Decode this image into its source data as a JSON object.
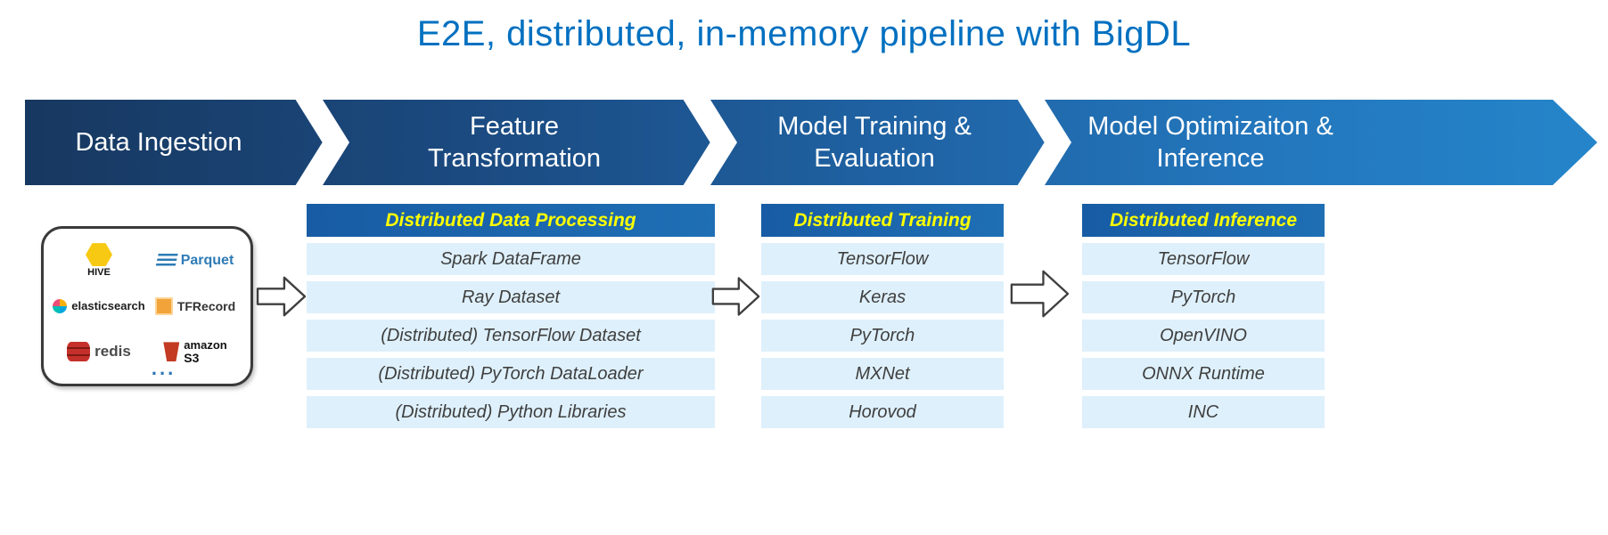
{
  "title": "E2E, distributed, in-memory pipeline with BigDL",
  "pipeline": {
    "stages": [
      {
        "label": "Data Ingestion"
      },
      {
        "label": "Feature\nTransformation"
      },
      {
        "label": "Model Training &\nEvaluation"
      },
      {
        "label": "Model Optimizaiton &\nInference"
      }
    ]
  },
  "sources": {
    "items": [
      {
        "name": "hive",
        "label": "HIVE"
      },
      {
        "name": "parquet",
        "label": "Parquet"
      },
      {
        "name": "elasticsearch",
        "label": "elasticsearch"
      },
      {
        "name": "tfrecord",
        "label": "TFRecord"
      },
      {
        "name": "redis",
        "label": "redis"
      },
      {
        "name": "amazon-s3",
        "label_top": "amazon",
        "label_bottom": "S3"
      },
      {
        "name": "more",
        "label": "..."
      }
    ]
  },
  "tables": [
    {
      "header": "Distributed Data Processing",
      "rows": [
        "Spark DataFrame",
        "Ray Dataset",
        "(Distributed) TensorFlow Dataset",
        "(Distributed) PyTorch DataLoader",
        "(Distributed) Python Libraries"
      ]
    },
    {
      "header": "Distributed Training",
      "rows": [
        "TensorFlow",
        "Keras",
        "PyTorch",
        "MXNet",
        "Horovod"
      ]
    },
    {
      "header": "Distributed Inference",
      "rows": [
        "TensorFlow",
        "PyTorch",
        "OpenVINO",
        "ONNX Runtime",
        "INC"
      ]
    }
  ],
  "colors": {
    "title_blue": "#0070c0",
    "banner_dark": "#173860",
    "banner_light": "#2585ca",
    "table_header_blue": "#1a5ca5",
    "table_header_text": "#ffff00",
    "row_bg": "#def0fb",
    "row_text": "#3f3f3f"
  }
}
